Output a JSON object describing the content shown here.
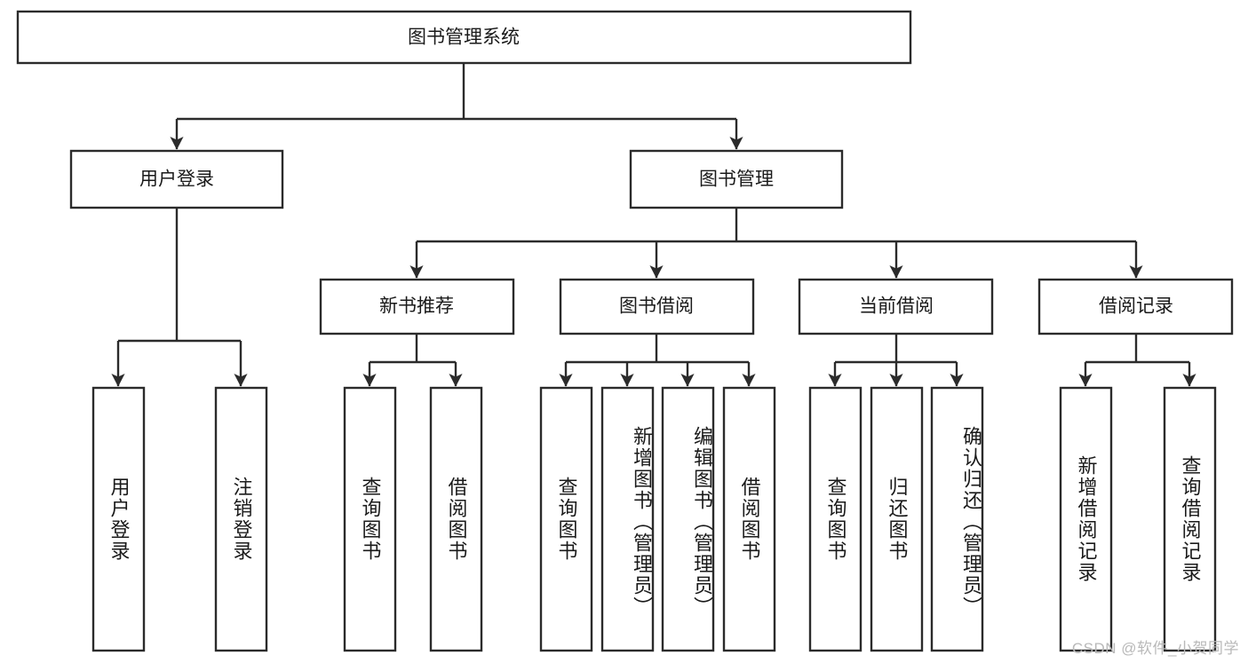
{
  "diagram": {
    "title": "图书管理系统",
    "type": "hierarchy-tree",
    "orientation": "top-down",
    "colors": {
      "box_fill": "#ffffff",
      "box_stroke": "#2b2b2b",
      "edge": "#2b2b2b",
      "text": "#1a1a1a",
      "watermark": "#b9b9b9",
      "background": "#ffffff"
    },
    "root": {
      "id": "root",
      "label": "图书管理系统"
    },
    "level2": [
      {
        "id": "user-login",
        "label": "用户登录"
      },
      {
        "id": "book-manage",
        "label": "图书管理"
      }
    ],
    "level3": [
      {
        "id": "new-book-recommend",
        "label": "新书推荐",
        "parent": "book-manage"
      },
      {
        "id": "book-borrow",
        "label": "图书借阅",
        "parent": "book-manage"
      },
      {
        "id": "current-borrow",
        "label": "当前借阅",
        "parent": "book-manage"
      },
      {
        "id": "borrow-record",
        "label": "借阅记录",
        "parent": "book-manage"
      }
    ],
    "leaves": [
      {
        "id": "leaf-user-login",
        "label": "用户登录",
        "parent": "user-login"
      },
      {
        "id": "leaf-user-logout",
        "label": "注销登录",
        "parent": "user-login"
      },
      {
        "id": "leaf-query-book-1",
        "label": "查询图书",
        "parent": "new-book-recommend"
      },
      {
        "id": "leaf-borrow-book-1",
        "label": "借阅图书",
        "parent": "new-book-recommend"
      },
      {
        "id": "leaf-query-book-2",
        "label": "查询图书",
        "parent": "book-borrow"
      },
      {
        "id": "leaf-add-book",
        "label": "新增图书（管理员）",
        "parent": "book-borrow"
      },
      {
        "id": "leaf-edit-book",
        "label": "编辑图书（管理员）",
        "parent": "book-borrow"
      },
      {
        "id": "leaf-borrow-book-2",
        "label": "借阅图书",
        "parent": "book-borrow"
      },
      {
        "id": "leaf-query-book-3",
        "label": "查询图书",
        "parent": "current-borrow"
      },
      {
        "id": "leaf-return-book",
        "label": "归还图书",
        "parent": "current-borrow"
      },
      {
        "id": "leaf-confirm-return",
        "label": "确认归还（管理员）",
        "parent": "current-borrow"
      },
      {
        "id": "leaf-add-record",
        "label": "新增借阅记录",
        "parent": "borrow-record"
      },
      {
        "id": "leaf-query-record",
        "label": "查询借阅记录",
        "parent": "borrow-record"
      }
    ]
  },
  "watermark": {
    "text": "CSDN @软件_小贺同学"
  }
}
